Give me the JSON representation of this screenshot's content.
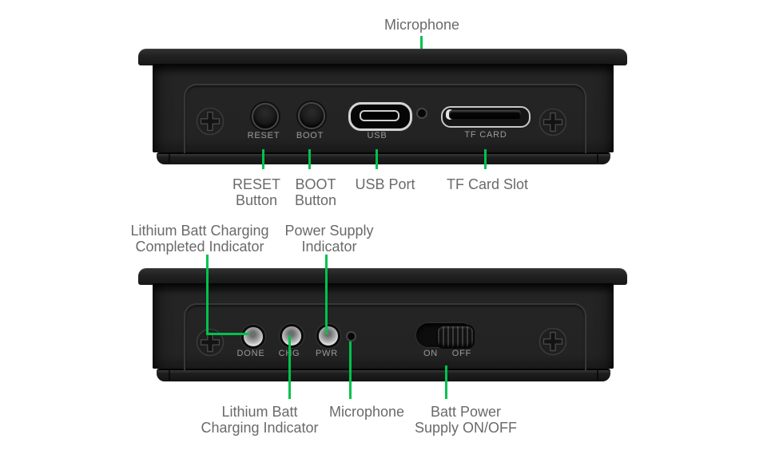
{
  "colors": {
    "accent_green": "#00c24e",
    "callout_text_gray": "#6a6a6a",
    "device_text_gray": "#9b9b9b",
    "device_black": "#232323",
    "background": "#ffffff"
  },
  "top_view": {
    "mic_callout": "Microphone",
    "panel_labels": {
      "reset": "RESET",
      "boot": "BOOT",
      "usb": "USB",
      "tf_card": "TF CARD"
    },
    "callouts": {
      "reset": {
        "line1": "RESET",
        "line2": "Button"
      },
      "boot": {
        "line1": "BOOT",
        "line2": "Button"
      },
      "usb": {
        "line1": "USB Port"
      },
      "tf_card": {
        "line1": "TF Card Slot"
      }
    }
  },
  "bottom_view": {
    "upper_callouts": {
      "done": {
        "line1": "Lithium Batt Charging",
        "line2": "Completed Indicator"
      },
      "pwr": {
        "line1": "Power Supply",
        "line2": "Indicator"
      }
    },
    "panel_labels": {
      "done": "DONE",
      "chg": "CHG",
      "pwr": "PWR",
      "on": "ON",
      "off": "OFF"
    },
    "lower_callouts": {
      "chg": {
        "line1": "Lithium Batt",
        "line2": "Charging Indicator"
      },
      "mic": {
        "line1": "Microphone"
      },
      "switch": {
        "line1": "Batt Power",
        "line2": "Supply ON/OFF"
      }
    }
  }
}
